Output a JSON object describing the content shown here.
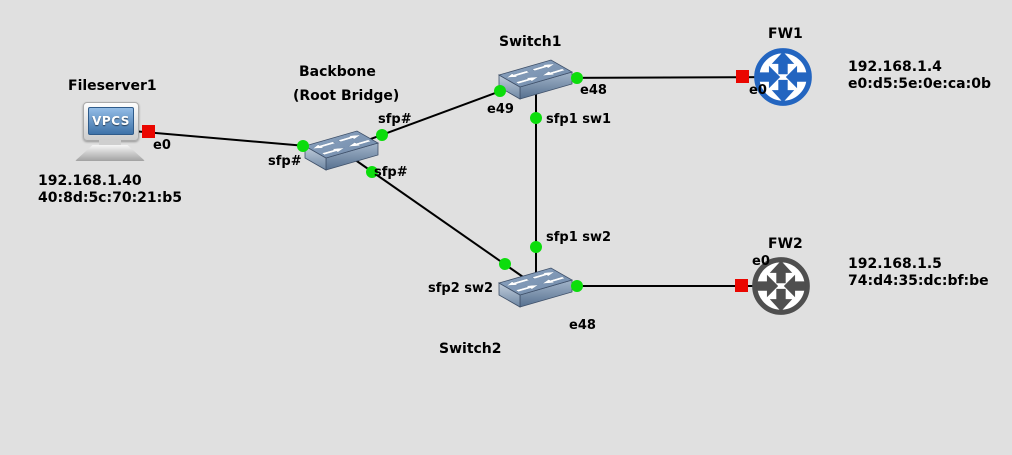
{
  "app": "network-topology-canvas",
  "colors": {
    "background": "#e0e0e0",
    "link": "#000000",
    "port_active": "#0cdd0c",
    "port_stopped": "#ea0600",
    "router_fw1": "#2365c0",
    "router_fw2": "#4f4f4f",
    "switch_body": "#7f97b5"
  },
  "nodes": {
    "fileserver1": {
      "label": "Fileserver1",
      "type": "vpcs-host",
      "screen_text": "VPCS",
      "ip": "192.168.1.40",
      "mac": "40:8d:5c:70:21:b5"
    },
    "backbone": {
      "label": "Backbone",
      "subtitle": "(Root Bridge)",
      "type": "ethernet-switch"
    },
    "switch1": {
      "label": "Switch1",
      "type": "ethernet-switch"
    },
    "switch2": {
      "label": "Switch2",
      "type": "ethernet-switch"
    },
    "fw1": {
      "label": "FW1",
      "type": "router",
      "ip": "192.168.1.4",
      "mac": "e0:d5:5e:0e:ca:0b"
    },
    "fw2": {
      "label": "FW2",
      "type": "router",
      "ip": "192.168.1.5",
      "mac": "74:d4:35:dc:bf:be"
    }
  },
  "ports": {
    "fileserver1_e0": "e0",
    "backbone_left": "sfp#",
    "backbone_top": "sfp#",
    "backbone_bottom": "sfp#",
    "switch1_e49": "e49",
    "switch1_e48": "e48",
    "switch1_sfp1": "sfp1 sw1",
    "switch2_sfp1": "sfp1 sw2",
    "switch2_sfp2": "sfp2 sw2",
    "switch2_e48": "e48",
    "fw1_e0": "e0",
    "fw2_e0": "e0"
  }
}
